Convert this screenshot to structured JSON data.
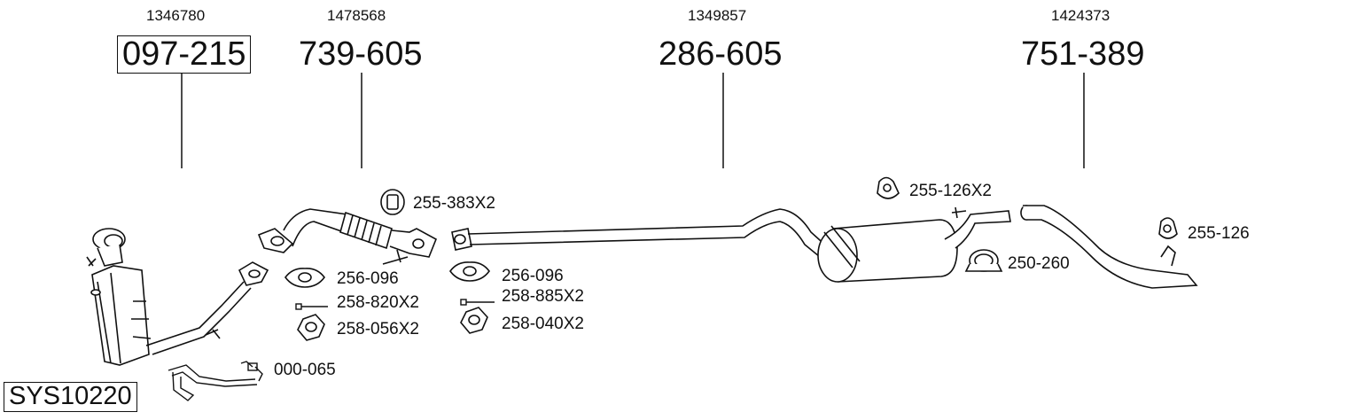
{
  "system_id": "SYS10220",
  "main_parts": [
    {
      "ref": "1346780",
      "code": "097-215",
      "boxed": true
    },
    {
      "ref": "1478568",
      "code": "739-605",
      "boxed": false
    },
    {
      "ref": "1349857",
      "code": "286-605",
      "boxed": false
    },
    {
      "ref": "1424373",
      "code": "751-389",
      "boxed": false
    }
  ],
  "accessories": {
    "a1": "255-383X2",
    "a2": "256-096",
    "a3": "258-820X2",
    "a4": "258-056X2",
    "a5": "256-096",
    "a6": "258-885X2",
    "a7": "258-040X2",
    "a8": "000-065",
    "a9": "255-126X2",
    "a10": "250-260",
    "a11": "255-126"
  }
}
